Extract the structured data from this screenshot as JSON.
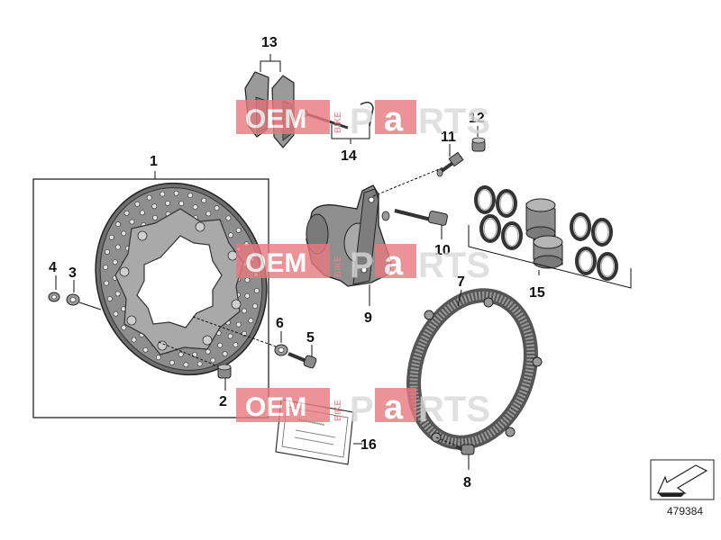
{
  "callouts": {
    "c1": "1",
    "c2": "2",
    "c3": "3",
    "c4": "4",
    "c5": "5",
    "c6": "6",
    "c7": "7",
    "c8": "8",
    "c9": "9",
    "c10": "10",
    "c11": "11",
    "c12": "12",
    "c13": "13",
    "c14": "14",
    "c15": "15",
    "c16": "16"
  },
  "diagram_number": "479384",
  "watermark": {
    "oem": "OEM",
    "bike": "BIKE",
    "p": "P",
    "a": "a",
    "rts": "RTS"
  },
  "colors": {
    "part_fill": "#8c8c8c",
    "part_dark": "#555555",
    "watermark_red": "#e8797f",
    "watermark_grey": "#cfcfcf"
  }
}
